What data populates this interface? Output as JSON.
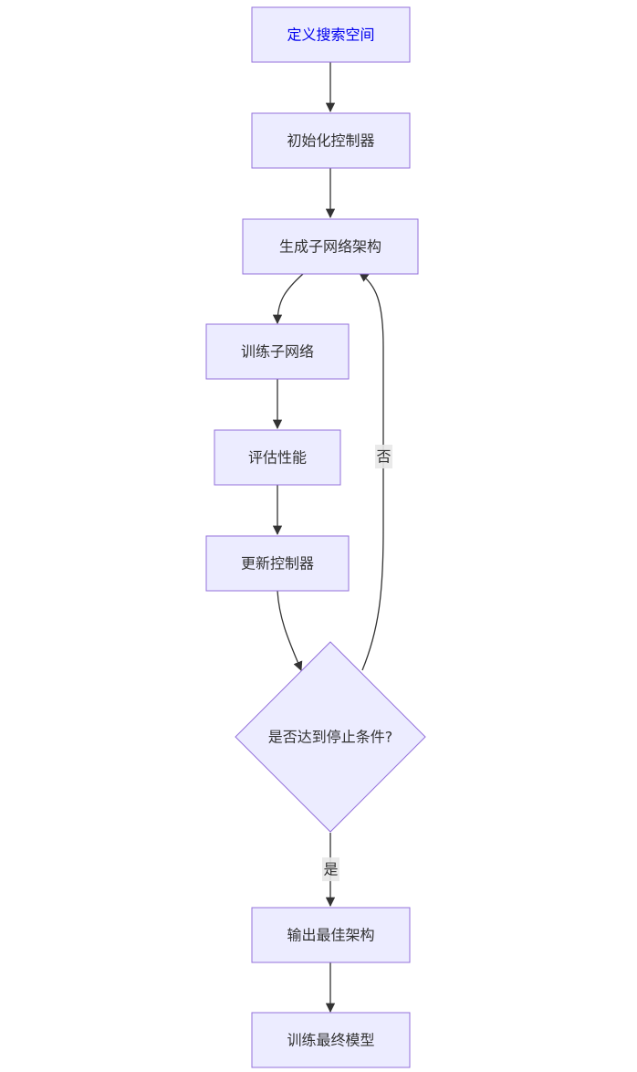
{
  "nodes": {
    "define_space": "定义搜索空间",
    "init_controller": "初始化控制器",
    "gen_arch": "生成子网络架构",
    "train_subnet": "训练子网络",
    "eval_perf": "评估性能",
    "update_controller": "更新控制器",
    "stop_check": "是否达到停止条件?",
    "output_best": "输出最佳架构",
    "train_final": "训练最终模型"
  },
  "edges": {
    "no_label": "否",
    "yes_label": "是"
  },
  "colors": {
    "node_fill": "#ECECFF",
    "node_stroke": "#9370DB",
    "edge": "#333333",
    "first_node_text": "#0000EE"
  }
}
